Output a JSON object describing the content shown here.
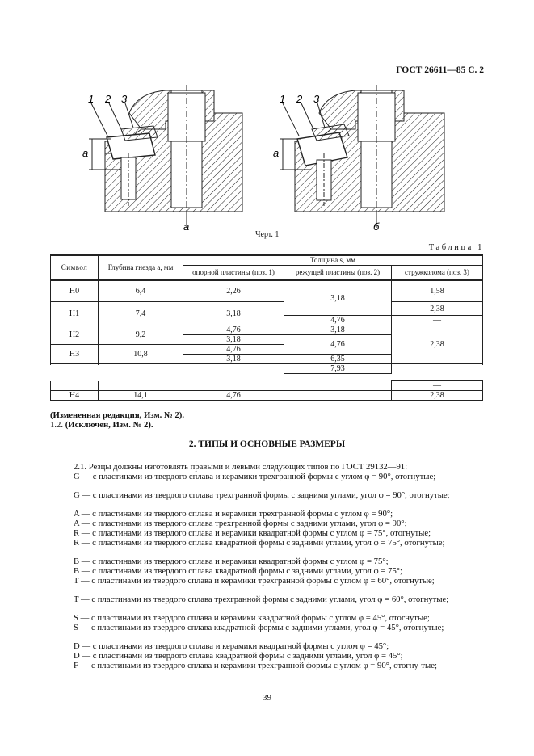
{
  "header": "ГОСТ 26611—85 С. 2",
  "figure": {
    "labels_left": [
      "1",
      "2",
      "3"
    ],
    "labels_right": [
      "1",
      "2",
      "3"
    ],
    "dim_label": "a",
    "variant_left": "а",
    "variant_right": "б",
    "caption": "Черт. 1"
  },
  "table": {
    "caption": "Таблица 1",
    "head": {
      "symbol": "Символ",
      "depth": "Глубина гнезда a, мм",
      "thickness": "Толщина s, мм",
      "support": "опорной пластины (поз. 1)",
      "cutting": "режущей пластины (поз. 2)",
      "breaker": "стружколома (поз. 3)"
    },
    "cells": {
      "h0": "Н0",
      "h0d": "6,4",
      "h0s": "2,26",
      "h0b": "1,58",
      "h1": "Н1",
      "h1d": "7,4",
      "h1s": "3,18",
      "c318": "3,18",
      "h1b": "2,38",
      "c476a": "4,76",
      "dash1": "—",
      "h2": "Н2",
      "h2d": "9,2",
      "h2s1": "4,76",
      "h2c": "3,18",
      "h2s2": "3,18",
      "c476b": "4,76",
      "b238": "2,38",
      "h3": "Н3",
      "h3d": "10,8",
      "h3s1": "4,76",
      "h3s2": "3,18",
      "c635": "6,35",
      "dash2": "—",
      "h4": "Н4",
      "h4d": "14,1",
      "h4s": "4,76",
      "c793": "7,93",
      "h4b": "2,38"
    }
  },
  "notes": {
    "n1": "(Измененная редакция, Изм. № 2).",
    "n2_prefix": "1.2. ",
    "n2": "(Исключен, Изм. № 2)."
  },
  "section_title": "2. ТИПЫ И ОСНОВНЫЕ РАЗМЕРЫ",
  "paragraphs": [
    "2.1. Резцы должны изготовлять правыми и левыми следующих типов по ГОСТ 29132—91:",
    "G — с пластинами из твердого сплава и керамики трехгранной формы с углом φ = 90°, отогнутые;",
    "G — с пластинами из твердого сплава трехгранной формы с задними углами, угол φ = 90°, отогнутые;",
    "A — с пластинами из твердого сплава и керамики трехгранной формы с углом φ = 90°;",
    "A — с пластинами из твердого сплава трехгранной формы с задними углами, угол φ = 90°;",
    "R — с пластинами из твердого сплава и керамики квадратной формы с углом φ = 75°, отогнутые;",
    "R — с пластинами из твердого сплава квадратной формы с задними углами, угол φ = 75°, отогнутые;",
    "B — с пластинами из твердого сплава и керамики квадратной формы с углом φ = 75°;",
    "B — с пластинами из твердого сплава квадратной формы с задними углами, угол φ = 75°;",
    "T — с пластинами из твердого сплава и керамики трехгранной формы с углом φ = 60°, отогнутые;",
    "T — с пластинами из твердого сплава трехгранной формы с задними углами, угол φ = 60°, отогнутые;",
    "S — с пластинами из твердого сплава и керамики квадратной формы с углом φ = 45°, отогнутые;",
    "S — с пластинами из твердого сплава квадратной формы с задними углами, угол φ = 45°, отогнутые;",
    "D — с пластинами из твердого сплава и керамики квадратной формы с углом φ = 45°;",
    "D — с пластинами из твердого сплава квадратной формы с задними углами, угол φ = 45°;",
    "F — с пластинами из твердого сплава и керамики трехгранной формы с углом φ = 90°, отогну-тые;"
  ],
  "page_number": "39"
}
